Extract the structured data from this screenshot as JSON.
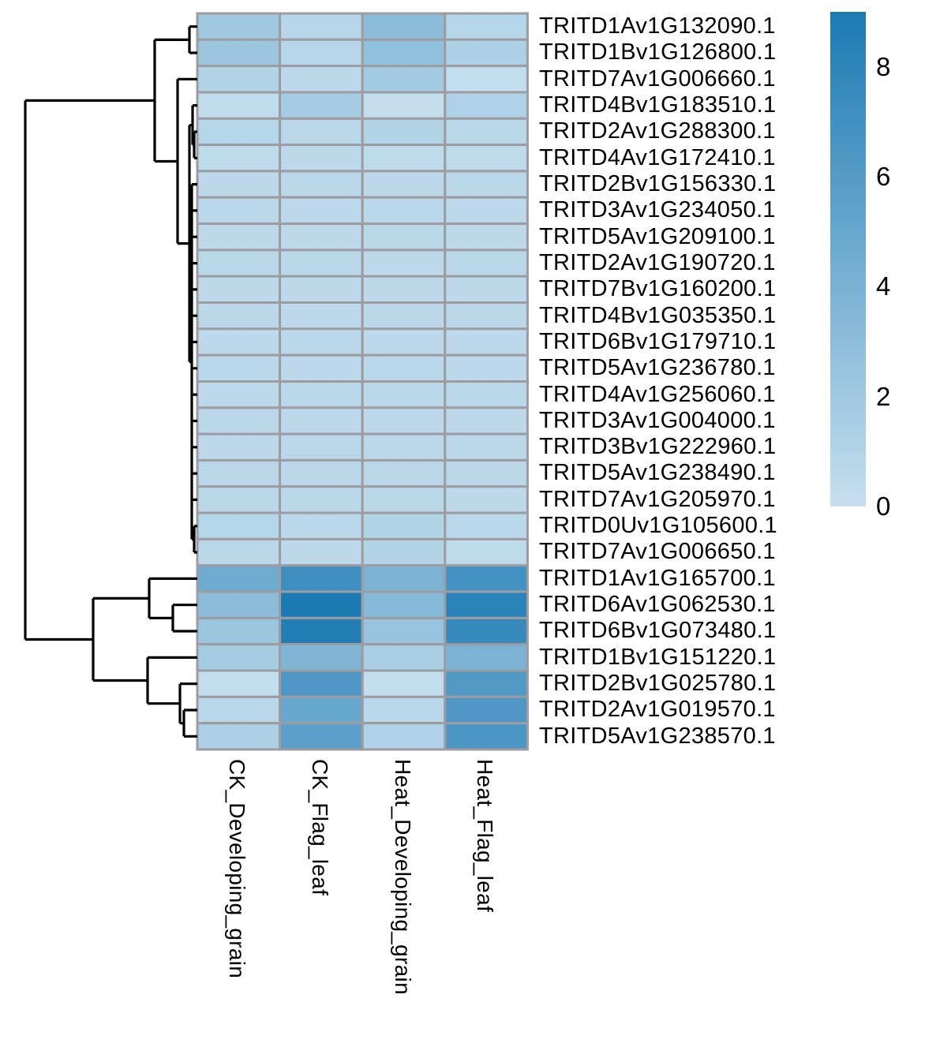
{
  "chart_data": {
    "type": "heatmap",
    "title": "",
    "legend_position": "right",
    "row_dendrogram": true,
    "grid_color": "#9C9CA1",
    "dendrogram_color": "#000000",
    "color_scale": {
      "min_value": 0,
      "max_value": 9,
      "min_color": "#C6DFEE",
      "max_color": "#1C7AB3"
    },
    "legend_ticks": [
      {
        "label": "8",
        "value": 8
      },
      {
        "label": "6",
        "value": 6
      },
      {
        "label": "4",
        "value": 4
      },
      {
        "label": "2",
        "value": 2
      },
      {
        "label": "0",
        "value": 0
      }
    ],
    "columns": [
      "CK_Developing_grain",
      "CK_Flag_leaf",
      "Heat_Developing_grain",
      "Heat_Flag_leaf"
    ],
    "rows": [
      "TRITD1Av1G132090.1",
      "TRITD1Bv1G126800.1",
      "TRITD7Av1G006660.1",
      "TRITD4Bv1G183510.1",
      "TRITD2Av1G288300.1",
      "TRITD4Av1G172410.1",
      "TRITD2Bv1G156330.1",
      "TRITD3Av1G234050.1",
      "TRITD5Av1G209100.1",
      "TRITD2Av1G190720.1",
      "TRITD7Bv1G160200.1",
      "TRITD4Bv1G035350.1",
      "TRITD6Bv1G179710.1",
      "TRITD5Av1G236780.1",
      "TRITD4Av1G256060.1",
      "TRITD3Av1G004000.1",
      "TRITD3Bv1G222960.1",
      "TRITD5Av1G238490.1",
      "TRITD7Av1G205970.1",
      "TRITD0Uv1G105600.1",
      "TRITD7Av1G006650.1",
      "TRITD1Av1G165700.1",
      "TRITD6Av1G062530.1",
      "TRITD6Bv1G073480.1",
      "TRITD1Bv1G151220.1",
      "TRITD2Bv1G025780.1",
      "TRITD2Av1G019570.1",
      "TRITD5Av1G238570.1"
    ],
    "values": [
      [
        2.0,
        0.8,
        3.1,
        0.9
      ],
      [
        2.2,
        0.8,
        2.8,
        1.3
      ],
      [
        1.0,
        0.5,
        1.9,
        0.2
      ],
      [
        0.3,
        1.7,
        0.1,
        1.2
      ],
      [
        0.9,
        0.7,
        1.0,
        0.7
      ],
      [
        0.4,
        0.5,
        0.4,
        0.4
      ],
      [
        0.5,
        0.6,
        0.5,
        0.6
      ],
      [
        0.6,
        0.5,
        0.6,
        0.5
      ],
      [
        0.5,
        0.5,
        0.6,
        0.5
      ],
      [
        0.6,
        0.6,
        0.5,
        0.6
      ],
      [
        0.5,
        0.5,
        0.5,
        0.5
      ],
      [
        0.6,
        0.5,
        0.6,
        0.6
      ],
      [
        0.5,
        0.6,
        0.5,
        0.5
      ],
      [
        0.6,
        0.5,
        0.6,
        0.5
      ],
      [
        0.5,
        0.6,
        0.6,
        0.6
      ],
      [
        0.6,
        0.5,
        0.5,
        0.5
      ],
      [
        0.5,
        0.7,
        0.6,
        0.6
      ],
      [
        0.7,
        0.6,
        0.7,
        0.6
      ],
      [
        0.6,
        0.6,
        0.6,
        0.5
      ],
      [
        0.9,
        0.6,
        1.0,
        0.6
      ],
      [
        0.6,
        0.5,
        1.0,
        0.4
      ],
      [
        4.6,
        7.2,
        3.9,
        6.9
      ],
      [
        3.1,
        9.0,
        3.4,
        8.3
      ],
      [
        2.2,
        8.6,
        2.5,
        7.6
      ],
      [
        1.7,
        3.7,
        1.5,
        3.9
      ],
      [
        0.2,
        6.3,
        0.2,
        6.2
      ],
      [
        0.6,
        4.9,
        0.6,
        6.3
      ],
      [
        1.3,
        5.7,
        1.1,
        6.4
      ]
    ]
  }
}
